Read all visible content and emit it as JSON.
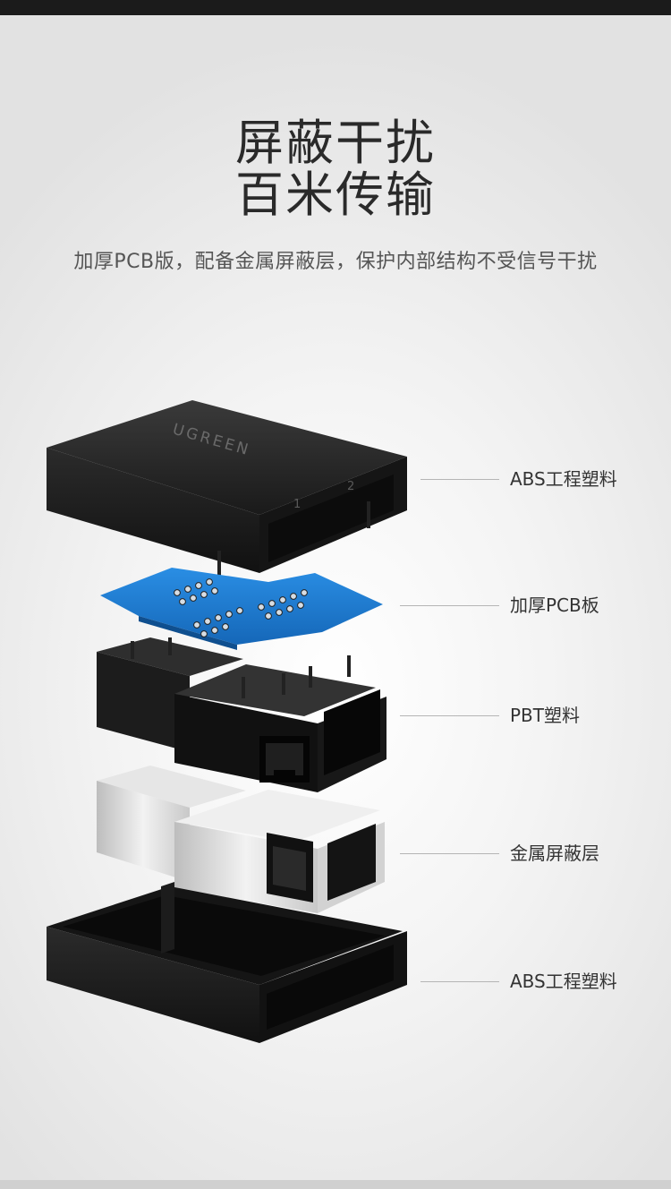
{
  "header": {
    "title_line1": "屏蔽干扰",
    "title_line2": "百米传输",
    "subtitle": "加厚PCB版，配备金属屏蔽层，保护内部结构不受信号干扰"
  },
  "product": {
    "brand_logo_text": "UGREEN",
    "port_numbers": [
      "1",
      "2"
    ]
  },
  "callouts": [
    {
      "label": "ABS工程塑料"
    },
    {
      "label": "加厚PCB板"
    },
    {
      "label": "PBT塑料"
    },
    {
      "label": "金属屏蔽层"
    },
    {
      "label": "ABS工程塑料"
    }
  ],
  "colors": {
    "plastic": "#1f1f1f",
    "pcb": "#1f7fd6",
    "metal": "#d9d9d9",
    "text": "#2a2a2a"
  }
}
